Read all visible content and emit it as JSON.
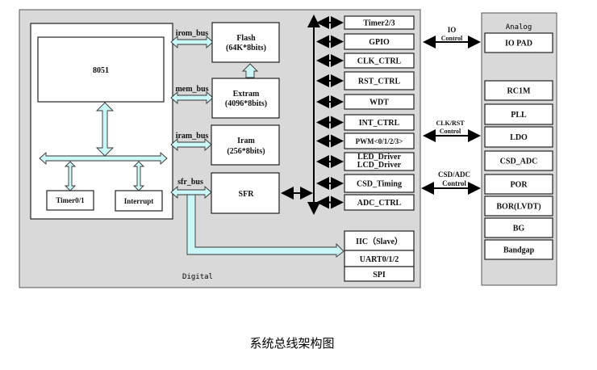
{
  "digital": {
    "label": "Digital",
    "cpu": "8051",
    "timer01": "Timer0/1",
    "interrupt": "Interrupt",
    "buses": {
      "irom": "irom_bus",
      "mem": "mem_bus",
      "iram": "iram_bus",
      "sfr": "sfr_bus"
    },
    "flash": [
      "Flash",
      "(64K*8bits)"
    ],
    "extram": [
      "Extram",
      "(4096*8bits)"
    ],
    "iram": [
      "Iram",
      "(256*8bits)"
    ],
    "sfr": "SFR",
    "peripherals": [
      "Timer2/3",
      "GPIO",
      "CLK_CTRL",
      "RST_CTRL",
      "WDT",
      "INT_CTRL",
      "PWM<0/1/2/3>",
      "LED_Driver",
      "LCD_Driver",
      "CSD_Timing",
      "ADC_CTRL"
    ],
    "serial": [
      "IIC（Slave）",
      "UART0/1/2",
      "SPI"
    ]
  },
  "links": {
    "io": [
      "IO",
      "Control"
    ],
    "clkrst": [
      "CLK/RST",
      "Control"
    ],
    "csdadc": [
      "CSD/ADC",
      "Control"
    ]
  },
  "analog": {
    "label": "Analog",
    "blocks": [
      "IO PAD",
      "RC1M",
      "PLL",
      "LDO",
      "CSD_ADC",
      "POR",
      "BOR(LVDT)",
      "BG",
      "Bandgap"
    ]
  },
  "caption": "系统总线架构图",
  "colors": {
    "bus_fill": "#ccf7f7",
    "panel": "#d9d9d9"
  }
}
